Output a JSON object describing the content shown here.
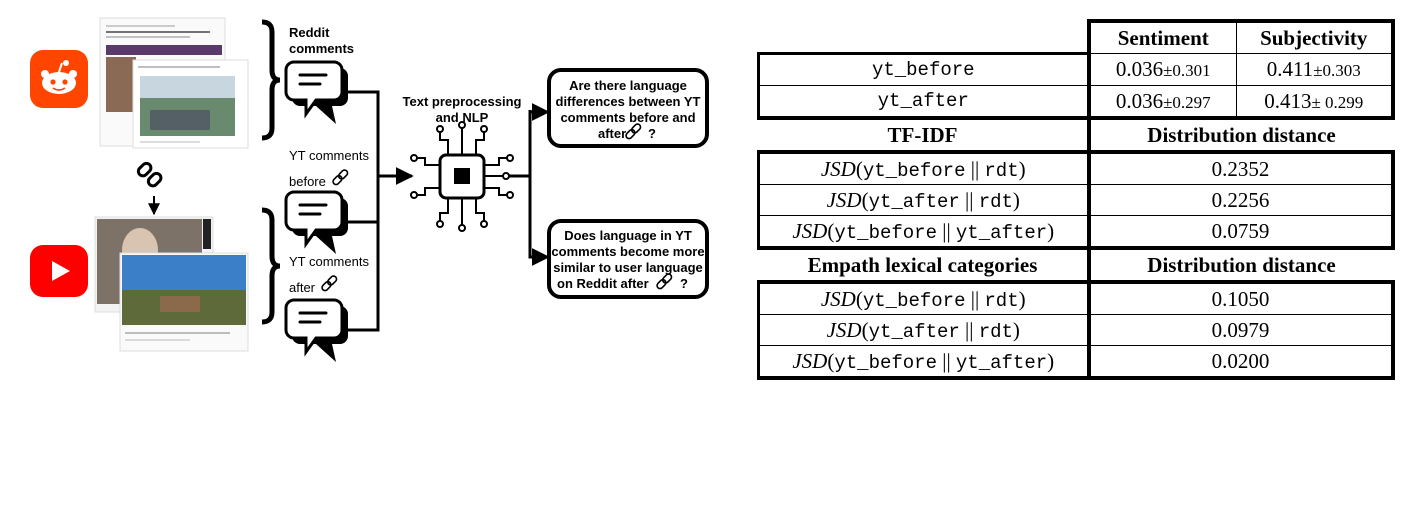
{
  "diagram": {
    "reddit_label": [
      "Reddit",
      "comments"
    ],
    "yt_before_label": "YT comments",
    "yt_before_suffix": "before",
    "yt_after_label": "YT comments",
    "yt_after_suffix": "after",
    "processing_label": [
      "Text preprocessing",
      "and NLP"
    ],
    "question_1": [
      "Are there language",
      "differences between YT",
      "comments before and",
      "after",
      "?"
    ],
    "question_2": [
      "Does language in YT",
      "comments become more",
      "similar to user language",
      "on Reddit after",
      "?"
    ],
    "icons": [
      "reddit-logo",
      "youtube-logo",
      "link-icon",
      "speech-bubble-icon",
      "processor-chip-icon"
    ],
    "colors": {
      "reddit": "#ff4500",
      "youtube": "#ff0000"
    }
  },
  "table": {
    "header": {
      "sentiment": "Sentiment",
      "subjectivity": "Subjectivity"
    },
    "rows": [
      {
        "label": "yt_before",
        "sentiment": "0.036",
        "sentiment_sd": "±0.301",
        "subjectivity": "0.411",
        "subjectivity_sd": "±0.303"
      },
      {
        "label": "yt_after",
        "sentiment": "0.036",
        "sentiment_sd": "±0.297",
        "subjectivity": "0.413",
        "subjectivity_sd": "± 0.299"
      }
    ],
    "sections": [
      {
        "title": "TF-IDF",
        "metric": "Distribution distance",
        "rows": [
          {
            "a": "yt_before",
            "b": "rdt",
            "value": "0.2352"
          },
          {
            "a": "yt_after",
            "b": "rdt",
            "value": "0.2256"
          },
          {
            "a": "yt_before",
            "b": "yt_after",
            "value": "0.0759"
          }
        ]
      },
      {
        "title": "Empath lexical categories",
        "metric": "Distribution distance",
        "rows": [
          {
            "a": "yt_before",
            "b": "rdt",
            "value": "0.1050"
          },
          {
            "a": "yt_after",
            "b": "rdt",
            "value": "0.0979"
          },
          {
            "a": "yt_before",
            "b": "yt_after",
            "value": "0.0200"
          }
        ]
      }
    ],
    "jsd": "JSD",
    "sep": "||"
  }
}
